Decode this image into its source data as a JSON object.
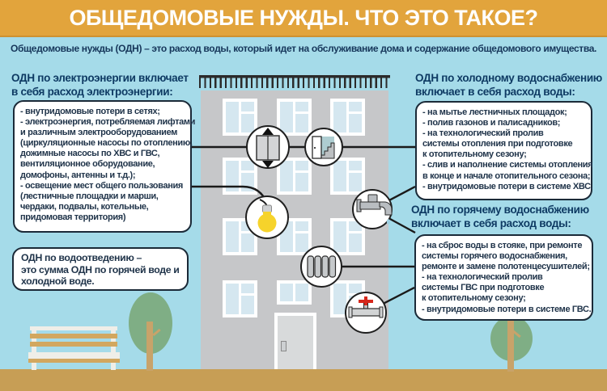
{
  "title": "ОБЩЕДОМОВЫЕ НУЖДЫ. ЧТО ЭТО ТАКОЕ?",
  "subtitle": "Общедомовые нужды (ОДН) – это расход воды, который идет на обслуживание дома и содержание общедомового имущества.",
  "sections": {
    "electricity": {
      "heading": [
        "ОДН по электроэнергии включает",
        "в себя расход электроэнергии:"
      ],
      "lines": [
        "- внутридомовые потери в сетях;",
        "- электроэнергия, потребляемая лифтами",
        "и различным электрооборудованием",
        "(циркуляционные насосы по отоплению,",
        "дожимные насосы по ХВС и ГВС,",
        "вентиляционное оборудование,",
        "домофоны, антенны и т.д.);",
        "- освещение мест общего пользования",
        "(лестничные площадки и марши,",
        "чердаки, подвалы, котельные,",
        "придомовая территория)"
      ]
    },
    "sewage": {
      "lines": [
        "ОДН по водоотведению –",
        "это сумма ОДН по горячей воде и",
        "холодной воде."
      ]
    },
    "cold_water": {
      "heading": [
        "ОДН по холодному водоснабжению",
        "включает в себя расход воды:"
      ],
      "lines": [
        "- на мытье лестничных площадок;",
        "- полив газонов и палисадников;",
        "- на технологический пролив",
        "системы отопления при подготовке",
        "к отопительному сезону;",
        "- слив и наполнение системы отопления",
        "в конце и начале отопительного сезона;",
        "- внутридомовые потери в системе ХВС."
      ]
    },
    "hot_water": {
      "heading": [
        "ОДН по горячему водоснабжению",
        "включает в себя расход воды:"
      ],
      "lines": [
        "- на сброс воды в стояке, при ремонте",
        "системы горячего водоснабжения,",
        "ремонте и замене полотенцесушителей;",
        "- на технологический пролив",
        "системы ГВС при подготовке",
        "к отопительному сезону;",
        "- внутридомовые потери в системе ГВС."
      ]
    }
  },
  "icons": {
    "elevator": "elevator-icon",
    "staircase": "staircase-icon",
    "lightbulb": "lightbulb-icon",
    "faucet": "faucet-icon",
    "radiator": "radiator-icon",
    "valve": "pipe-valve-icon"
  },
  "colors": {
    "header_bg": "#E2A43C",
    "background": "#A5DBE9",
    "title_text": "#FFFFFF",
    "heading_text": "#0E3A63",
    "body_text": "#20344A",
    "box_border": "#1B2A38",
    "box_bg": "#FFFFFF",
    "facade": "#C6C7C9",
    "window_pane": "#D5E7F0",
    "ground": "#C79E55",
    "foliage": "#7FAE85",
    "trunk": "#C8A36A",
    "bulb_yellow": "#F6D32B",
    "metal_gray": "#B9BDC1",
    "valve_red": "#D6281C",
    "connector": "#1A1A1A"
  }
}
